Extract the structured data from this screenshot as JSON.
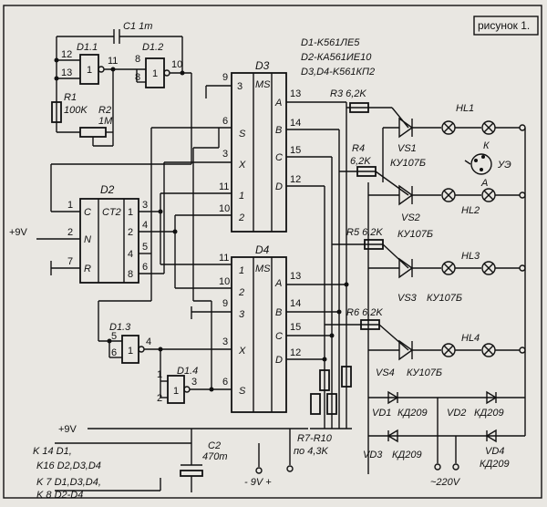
{
  "figure_label": "рисунок 1.",
  "legend": [
    "D1-K561ЛЕ5",
    "D2-КА561ИЕ10",
    "D3,D4-K561КП2"
  ],
  "chips": {
    "d1_1": {
      "name": "D1.1",
      "func": "1",
      "pins": [
        "12",
        "13",
        "11"
      ]
    },
    "d1_2": {
      "name": "D1.2",
      "func": "1",
      "pins": [
        "8",
        "8",
        "10"
      ]
    },
    "d1_3": {
      "name": "D1.3",
      "func": "1",
      "pins": [
        "5",
        "6",
        "4"
      ]
    },
    "d1_4": {
      "name": "D1.4",
      "func": "1",
      "pins": [
        "1",
        "2",
        "3"
      ]
    },
    "d2": {
      "name": "D2",
      "title": "CT2",
      "left": [
        {
          "n": "1",
          "l": "C"
        },
        {
          "n": "2",
          "l": "N"
        },
        {
          "n": "7",
          "l": "R"
        }
      ],
      "right": [
        {
          "n": "3",
          "l": "1"
        },
        {
          "n": "4",
          "l": "2"
        },
        {
          "n": "5",
          "l": "4"
        },
        {
          "n": "6",
          "l": "8"
        }
      ],
      "right_labels": [
        "1",
        "2",
        "4",
        "8"
      ]
    },
    "d3": {
      "name": "D3",
      "ms": "MS",
      "left": [
        {
          "n": "3",
          "l": ""
        },
        {
          "n": "6",
          "l": "S"
        },
        {
          "n": "3",
          "l": "X"
        },
        {
          "n": "11",
          "l": "1"
        },
        {
          "n": "10",
          "l": "2"
        }
      ],
      "top_pin": "9",
      "right": [
        {
          "n": "13",
          "l": "A"
        },
        {
          "n": "14",
          "l": "B"
        },
        {
          "n": "15",
          "l": "C"
        },
        {
          "n": "12",
          "l": "D"
        }
      ]
    },
    "d4": {
      "name": "D4",
      "ms": "MS",
      "left": [
        {
          "n": "11",
          "l": "1"
        },
        {
          "n": "10",
          "l": "2"
        },
        {
          "n": "9",
          "l": "3"
        },
        {
          "n": "3",
          "l": "X"
        },
        {
          "n": "6",
          "l": "S"
        }
      ],
      "right": [
        {
          "n": "13",
          "l": "A"
        },
        {
          "n": "14",
          "l": "B"
        },
        {
          "n": "15",
          "l": "C"
        },
        {
          "n": "12",
          "l": "D"
        }
      ]
    }
  },
  "components": {
    "c1": "C1 1m",
    "r1_name": "R1",
    "r1_val": "100K",
    "r2_name": "R2",
    "r2_val": "1M",
    "r3": "R3 6,2K",
    "r4_name": "R4",
    "r4_val": "6,2K",
    "r5": "R5 6,2K",
    "r6": "R6 6,2K",
    "r7_10_a": "R7-R10",
    "r7_10_b": "по 4,3K",
    "c2_name": "C2",
    "c2_val": "470m"
  },
  "thyristors": [
    {
      "name": "VS1",
      "type": "КУ107Б"
    },
    {
      "name": "VS2",
      "type": "КУ107Б"
    },
    {
      "name": "VS3",
      "type": "КУ107Б"
    },
    {
      "name": "VS4",
      "type": "КУ107Б"
    }
  ],
  "lamps": [
    "HL1",
    "HL2",
    "HL3",
    "HL4"
  ],
  "pinout": {
    "k": "К",
    "a": "А",
    "ue": "УЭ"
  },
  "diodes": [
    {
      "name": "VD1",
      "type": "КД209"
    },
    {
      "name": "VD2",
      "type": "КД209"
    },
    {
      "name": "VD3",
      "type": "КД209"
    },
    {
      "name": "VD4",
      "type": "КД209"
    }
  ],
  "power": {
    "plus9_left": "+9V",
    "plus9_bottom": "+9V",
    "k14": "K 14 D1,",
    "k16": "K16 D2,D3,D4",
    "k7": "K 7 D1,D3,D4,",
    "k8": "K 8 D2-D4",
    "batt": "- 9V  +",
    "ac": "~220V"
  }
}
